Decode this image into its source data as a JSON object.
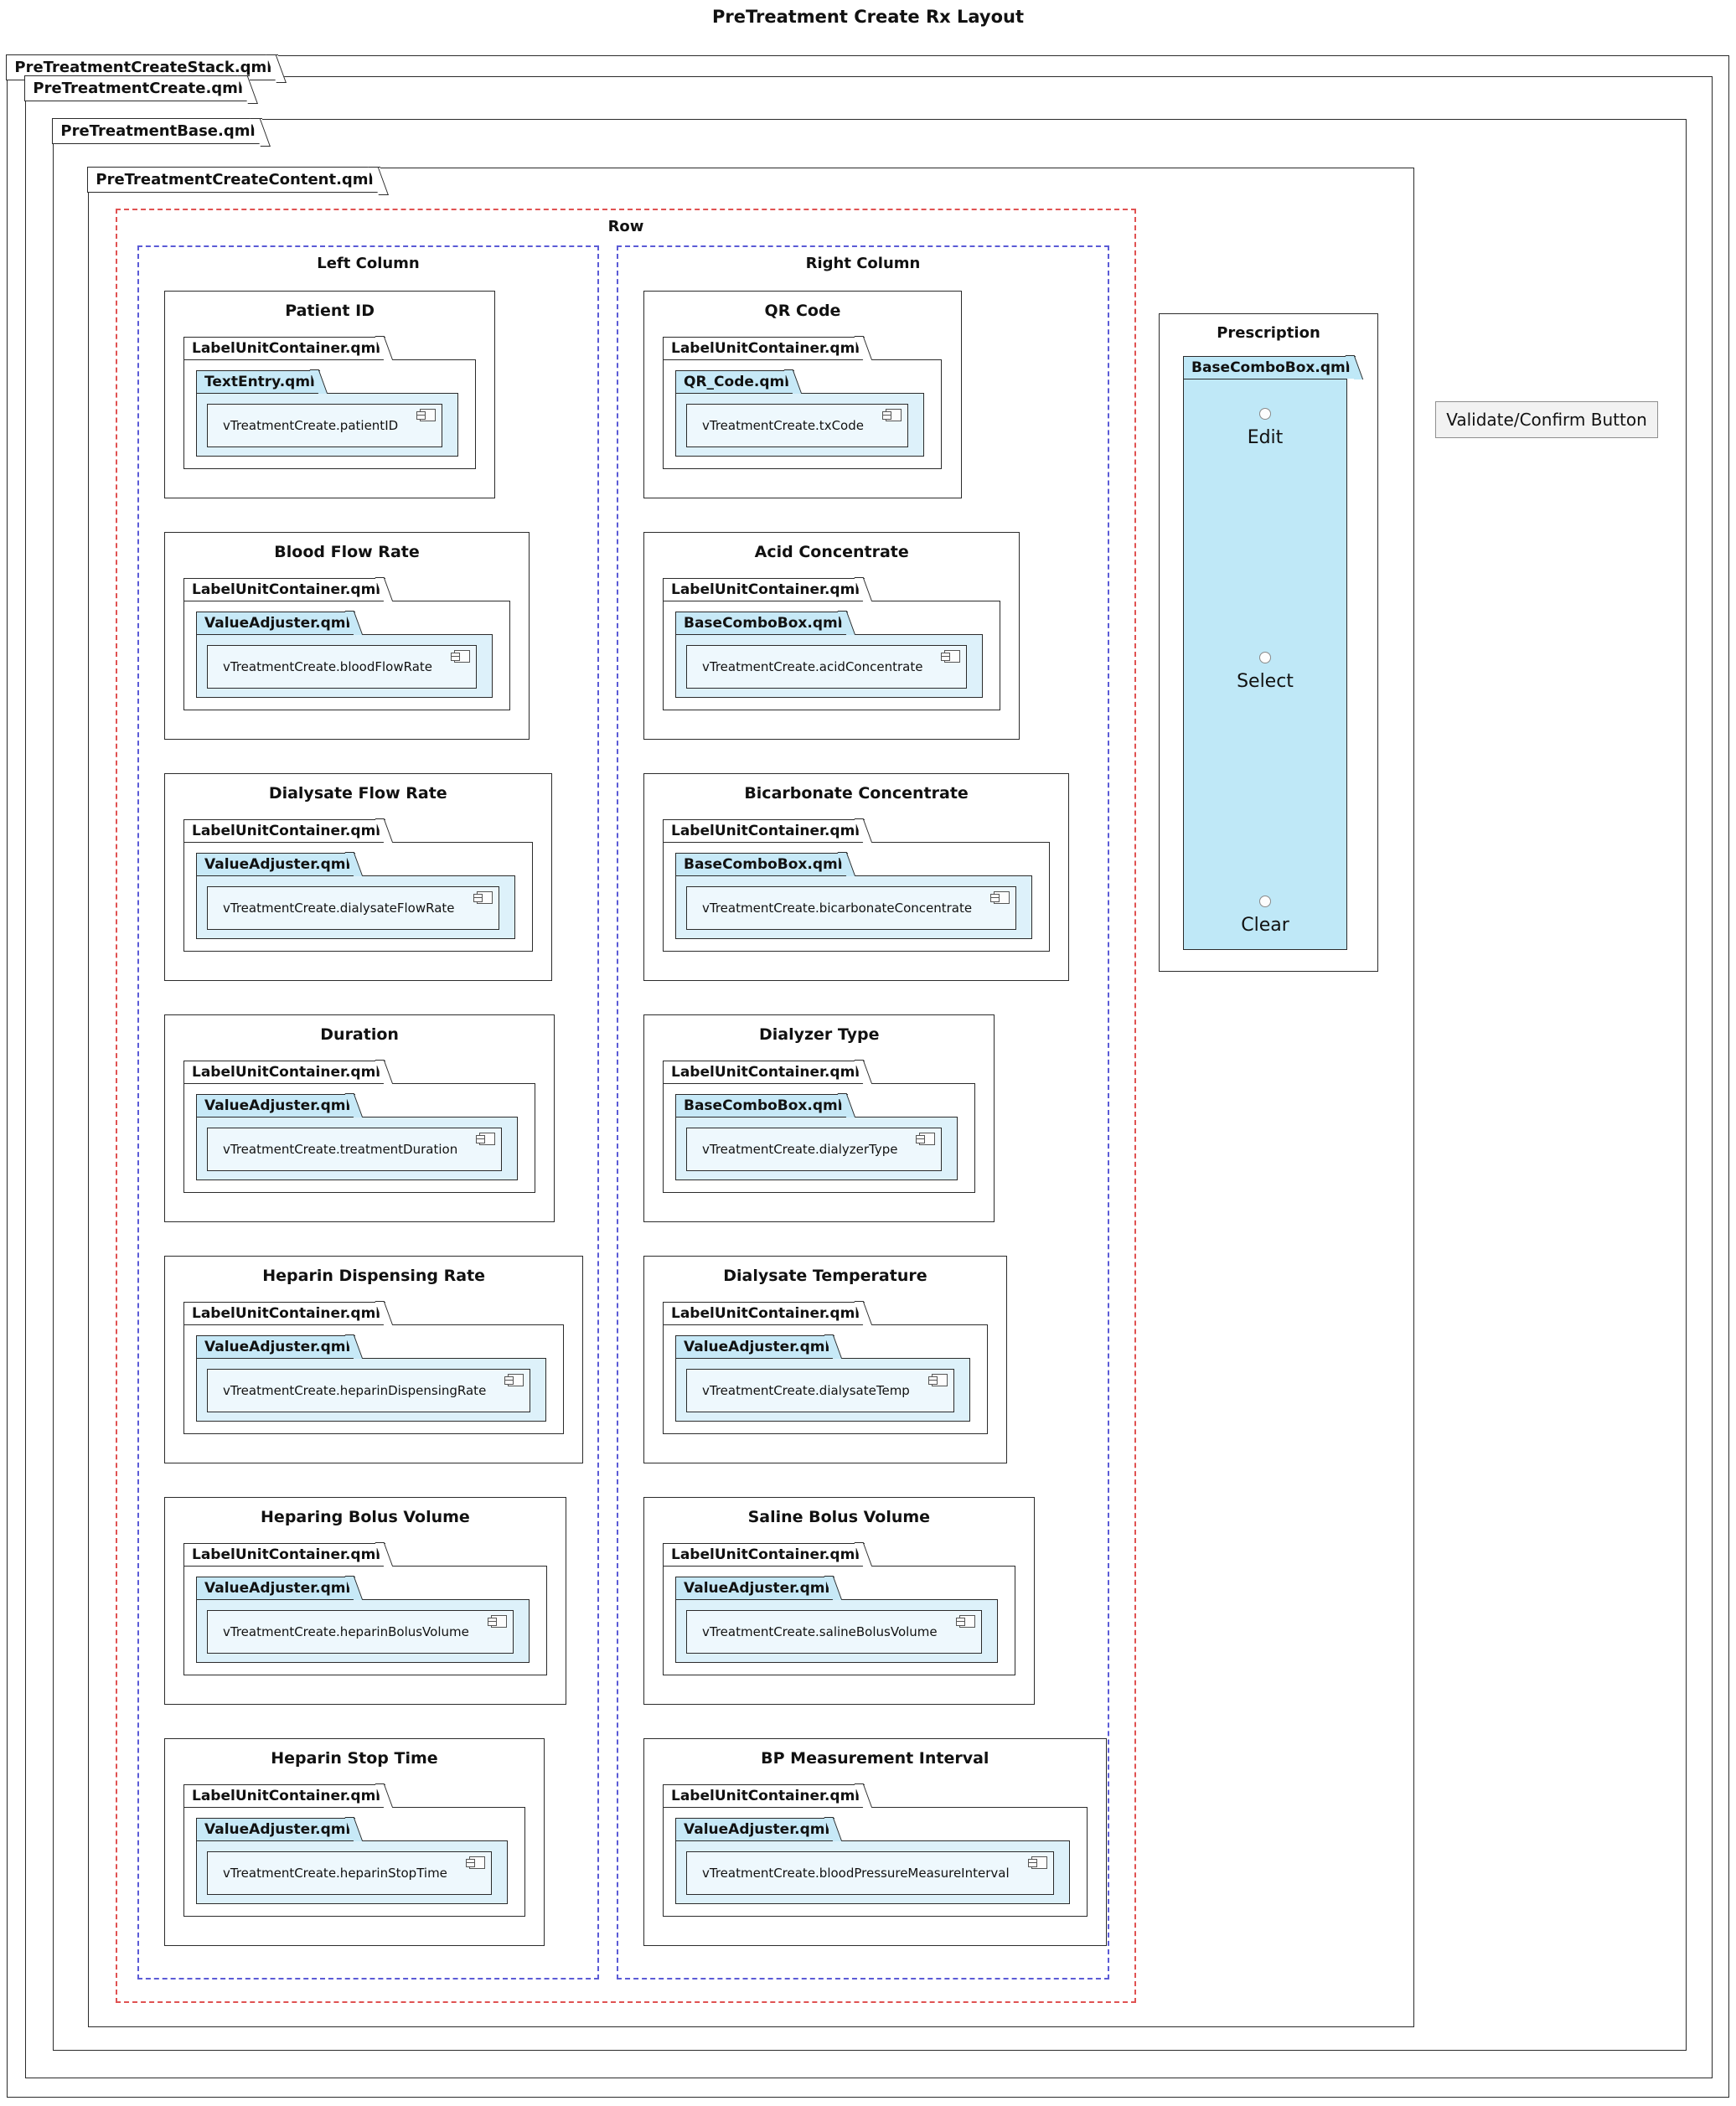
{
  "title": "PreTreatment Create Rx Layout",
  "frames": {
    "stack": "PreTreatmentCreateStack.qml",
    "create": "PreTreatmentCreate.qml",
    "base": "PreTreatmentBase.qml",
    "content": "PreTreatmentCreateContent.qml"
  },
  "row": {
    "label": "Row",
    "left_column": {
      "label": "Left Column",
      "items": [
        {
          "title": "Patient ID",
          "container": "LabelUnitContainer.qml",
          "widget": "TextEntry.qml",
          "component": "vTreatmentCreate.patientID"
        },
        {
          "title": "Blood Flow Rate",
          "container": "LabelUnitContainer.qml",
          "widget": "ValueAdjuster.qml",
          "component": "vTreatmentCreate.bloodFlowRate"
        },
        {
          "title": "Dialysate Flow Rate",
          "container": "LabelUnitContainer.qml",
          "widget": "ValueAdjuster.qml",
          "component": "vTreatmentCreate.dialysateFlowRate"
        },
        {
          "title": "Duration",
          "container": "LabelUnitContainer.qml",
          "widget": "ValueAdjuster.qml",
          "component": "vTreatmentCreate.treatmentDuration"
        },
        {
          "title": "Heparin Dispensing Rate",
          "container": "LabelUnitContainer.qml",
          "widget": "ValueAdjuster.qml",
          "component": "vTreatmentCreate.heparinDispensingRate"
        },
        {
          "title": "Heparing Bolus Volume",
          "container": "LabelUnitContainer.qml",
          "widget": "ValueAdjuster.qml",
          "component": "vTreatmentCreate.heparinBolusVolume"
        },
        {
          "title": "Heparin Stop Time",
          "container": "LabelUnitContainer.qml",
          "widget": "ValueAdjuster.qml",
          "component": "vTreatmentCreate.heparinStopTime"
        }
      ]
    },
    "right_column": {
      "label": "Right Column",
      "items": [
        {
          "title": "QR Code",
          "container": "LabelUnitContainer.qml",
          "widget": "QR_Code.qml",
          "component": "vTreatmentCreate.txCode"
        },
        {
          "title": "Acid Concentrate",
          "container": "LabelUnitContainer.qml",
          "widget": "BaseComboBox.qml",
          "component": "vTreatmentCreate.acidConcentrate"
        },
        {
          "title": "Bicarbonate Concentrate",
          "container": "LabelUnitContainer.qml",
          "widget": "BaseComboBox.qml",
          "component": "vTreatmentCreate.bicarbonateConcentrate"
        },
        {
          "title": "Dialyzer Type",
          "container": "LabelUnitContainer.qml",
          "widget": "BaseComboBox.qml",
          "component": "vTreatmentCreate.dialyzerType"
        },
        {
          "title": "Dialysate Temperature",
          "container": "LabelUnitContainer.qml",
          "widget": "ValueAdjuster.qml",
          "component": "vTreatmentCreate.dialysateTemp"
        },
        {
          "title": "Saline Bolus Volume",
          "container": "LabelUnitContainer.qml",
          "widget": "ValueAdjuster.qml",
          "component": "vTreatmentCreate.salineBolusVolume"
        },
        {
          "title": "BP Measurement Interval",
          "container": "LabelUnitContainer.qml",
          "widget": "ValueAdjuster.qml",
          "component": "vTreatmentCreate.bloodPressureMeasureInterval"
        }
      ]
    }
  },
  "prescription": {
    "title": "Prescription",
    "combo": "BaseComboBox.qml",
    "options": [
      "Edit",
      "Select",
      "Clear"
    ]
  },
  "validate_button": "Validate/Confirm Button",
  "colors": {
    "widget_tab": "#c7e9f7",
    "widget_body": "#ddf1fa",
    "component_bg": "#eef8fd",
    "combo_bg": "#bfe8f7",
    "row_dash": "#e05252",
    "column_dash": "#5b5bd6"
  }
}
